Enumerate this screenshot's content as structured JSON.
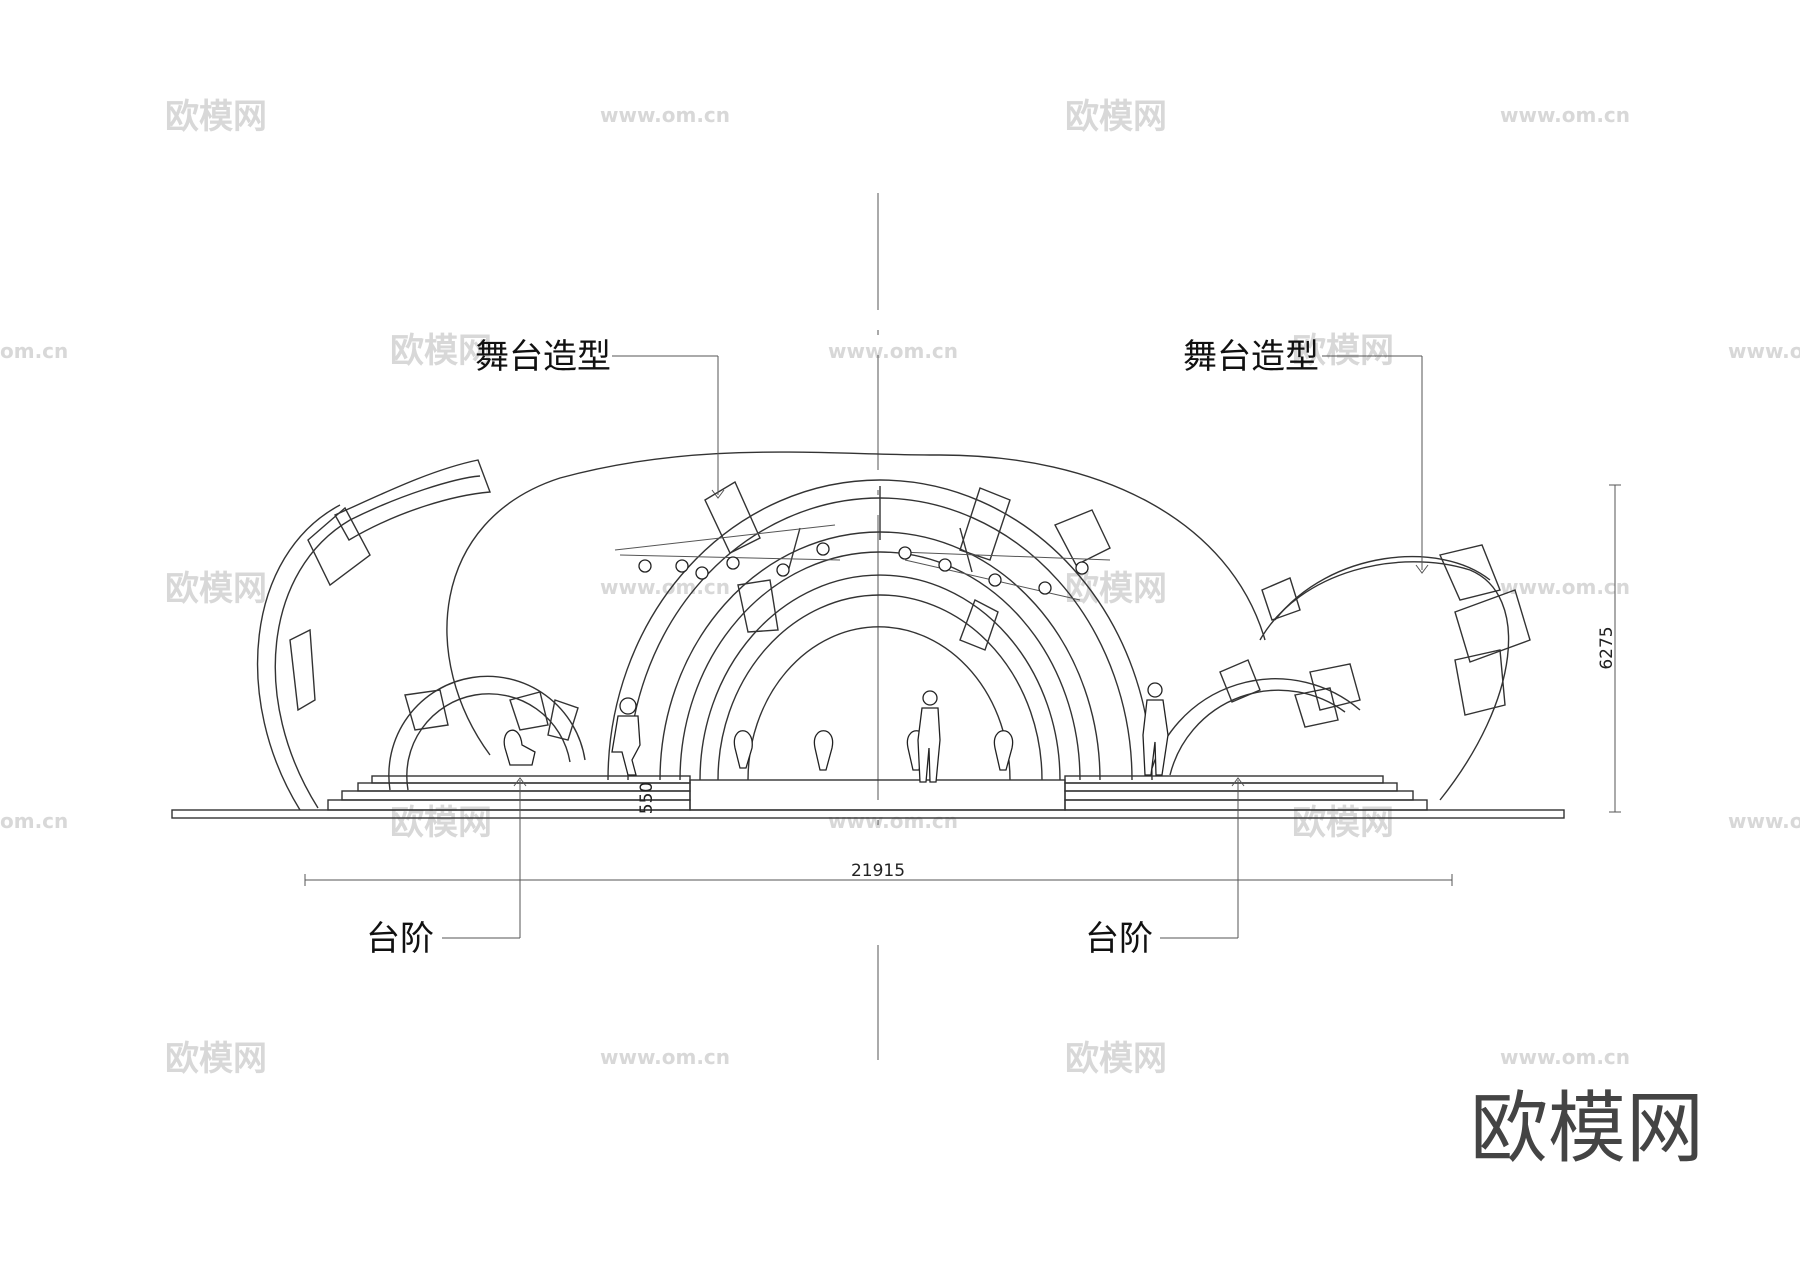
{
  "labels": {
    "stage_shape_left": "舞台造型",
    "stage_shape_right": "舞台造型",
    "steps_left": "台阶",
    "steps_right": "台阶"
  },
  "dimensions": {
    "total_width": "21915",
    "total_height": "6275",
    "step_height": "550"
  },
  "watermarks": {
    "site_cn": "欧模网",
    "site_url": "www.om.cn",
    "site_url_short": "om.cn"
  },
  "brand_logo": "欧模网"
}
